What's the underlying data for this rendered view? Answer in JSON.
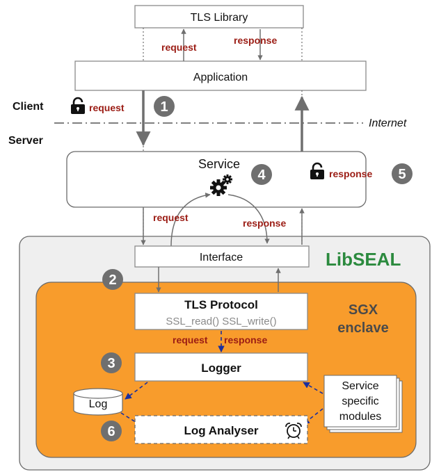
{
  "top": {
    "tls_library": "TLS Library",
    "request": "request",
    "response": "response",
    "application": "Application"
  },
  "client_label": "Client",
  "server_label": "Server",
  "internet_label": "Internet",
  "client_request": "request",
  "service": {
    "title": "Service",
    "response": "response"
  },
  "middle": {
    "request": "request",
    "response": "response"
  },
  "libseal": {
    "title": "LibSEAL",
    "interface": "Interface",
    "enclave_line1": "SGX",
    "enclave_line2": "enclave",
    "tls_protocol": "TLS Protocol",
    "tls_functions": "SSL_read() SSL_write()",
    "request": "request",
    "response": "response",
    "logger": "Logger",
    "log": "Log",
    "modules_line1": "Service",
    "modules_line2": "specific",
    "modules_line3": "modules",
    "log_analyser": "Log Analyser"
  },
  "steps": [
    "1",
    "2",
    "3",
    "4",
    "5",
    "6"
  ],
  "colors": {
    "enclave": "#f89c2c",
    "libseal_bg": "#efefef",
    "libseal_text": "#2b8a3e",
    "red_text": "#9b1c14",
    "step_circle": "#6f6f6f",
    "dashed_arrows": "#1a2f9e"
  },
  "icons": [
    "padlock-icon",
    "gears-icon",
    "alarm-clock-icon",
    "database-icon"
  ]
}
